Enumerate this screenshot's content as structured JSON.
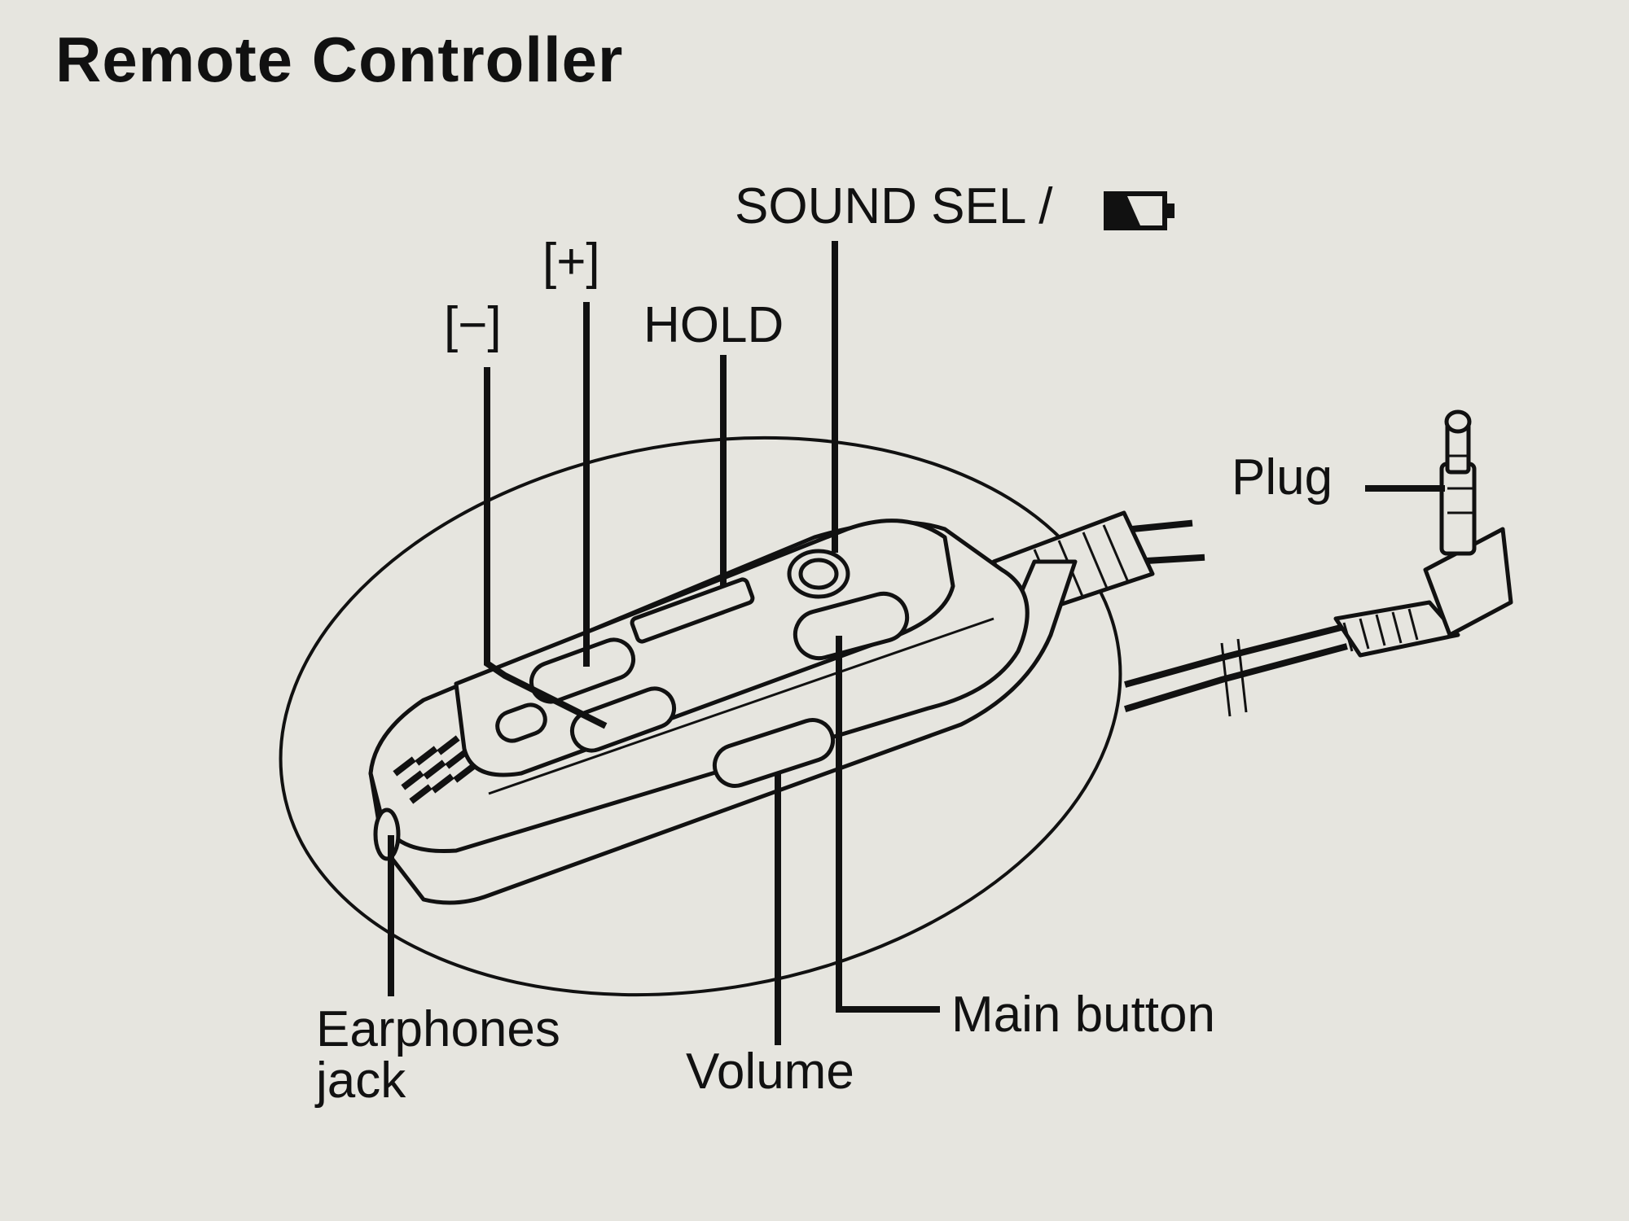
{
  "title": "Remote Controller",
  "labels": {
    "sound_sel": "SOUND SEL /",
    "plus": "[+]",
    "minus": "[−]",
    "hold": "HOLD",
    "plug": "Plug",
    "earphones_jack": "Earphones\njack",
    "volume": "Volume",
    "main_button": "Main button"
  },
  "icons": {
    "battery": "battery-icon"
  }
}
